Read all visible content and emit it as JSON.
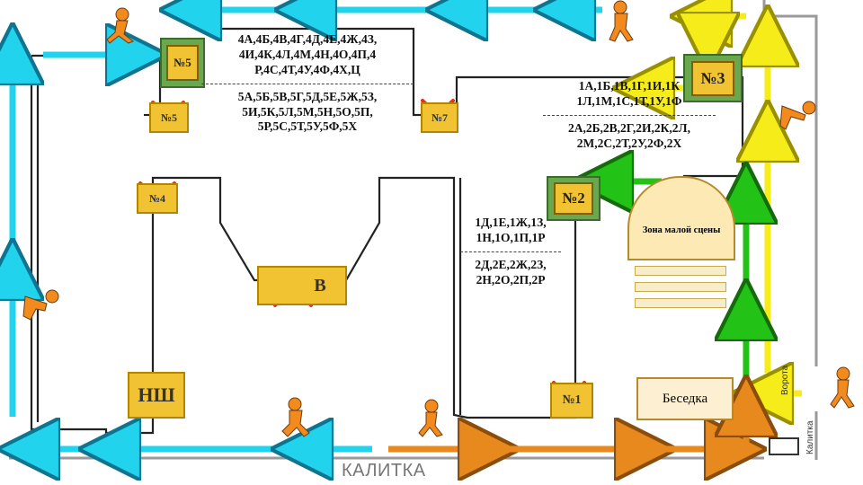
{
  "map": {
    "rooms": {
      "room5": "№5",
      "room3": "№3",
      "room2": "№2",
      "room_crossed_top": "№5",
      "room_crossed_mid": "№4",
      "room_crossed_center": "№7",
      "room_b": "В",
      "room_ns": "НШ",
      "room_1": "№1"
    },
    "zones": {
      "small_stage": "Зона малой сцены",
      "gazebo": "Беседка",
      "gate_small": "КАЛИТКА",
      "gate_vertical": "Ворота",
      "gate_small_vertical": "Калитка"
    },
    "class_lists": {
      "room5_top": [
        "4А,4Б,4В,4Г,4Д,4Е,4Ж,4З,",
        "4И,4К,4Л,4М,4Н,4О,4П,4",
        "Р,4С,4Т,4У,4Ф,4Х,Ц"
      ],
      "room5_bottom": [
        "5А,5Б,5В,5Г,5Д,5Е,5Ж,5З,",
        "5И,5К,5Л,5М,5Н,5О,5П,",
        "5Р,5С,5Т,5У,5Ф,5Х"
      ],
      "room3_top": [
        "1А,1Б,1В,1Г,1И,1К",
        "1Л,1М,1С,1Т,1У,1Ф"
      ],
      "room3_bottom": [
        "2А,2Б,2В,2Г,2И,2К,2Л,",
        "2М,2С,2Т,2У,2Ф,2Х"
      ],
      "room1_top": [
        "1Д,1Е,1Ж,1З,",
        "1Н,1О,1П,1Р"
      ],
      "room1_bottom": [
        "2Д,2Е,2Ж,2З,",
        "2Н,2О,2П,2Р"
      ]
    },
    "colors": {
      "cyan_arrow": "#22d3ee",
      "yellow_arrow": "#f5ec1a",
      "green_arrow": "#22c316",
      "orange_arrow": "#e8891e",
      "runner": "#f28a1e"
    }
  }
}
